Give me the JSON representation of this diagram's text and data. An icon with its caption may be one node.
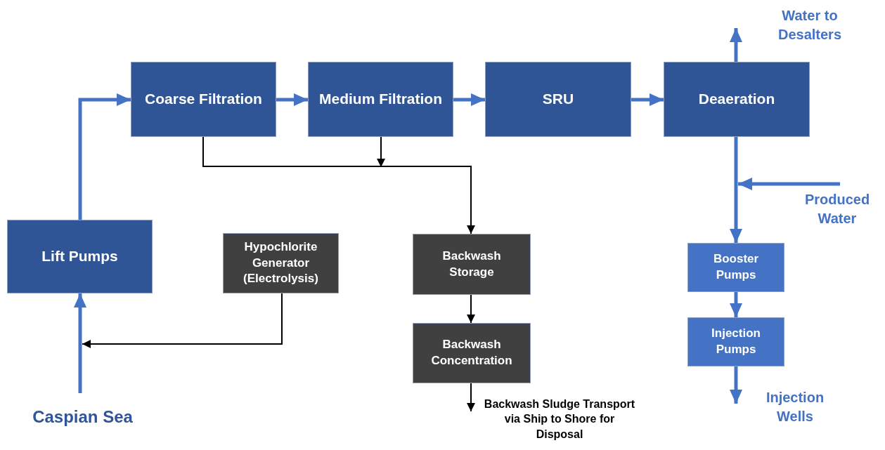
{
  "diagram": {
    "nodes": [
      {
        "text": [
          "Lift Pumps"
        ]
      },
      {
        "text": [
          "Coarse Filtration"
        ]
      },
      {
        "text": [
          "Medium Filtration"
        ]
      },
      {
        "text": [
          "SRU"
        ]
      },
      {
        "text": [
          "Deaeration"
        ]
      },
      {
        "text": [
          "Hypochlorite Generator (Electrolysis)"
        ]
      },
      {
        "text": [
          "Backwash Storage"
        ]
      },
      {
        "text": [
          "Backwash Concentration"
        ]
      },
      {
        "text": [
          "Booster Pumps"
        ]
      },
      {
        "text": [
          "Injection Pumps"
        ]
      },
      {
        "text": [
          "Caspian Sea"
        ]
      },
      {
        "text": [
          "Water to Desalters"
        ]
      },
      {
        "text": [
          "Produced Water"
        ]
      },
      {
        "text": [
          "Injection Wells"
        ]
      },
      {
        "text": [
          "Backwash Sludge Transport via Ship to Shore for Disposal"
        ]
      }
    ],
    "edges": [
      {
        "from": 10,
        "to": 0,
        "arrow": "to"
      },
      {
        "from": 0,
        "to": 1,
        "arrow": "to"
      },
      {
        "from": 1,
        "to": 2,
        "arrow": "to"
      },
      {
        "from": 2,
        "to": 3,
        "arrow": "to"
      },
      {
        "from": 3,
        "to": 4,
        "arrow": "to"
      },
      {
        "from": 4,
        "to": 11,
        "arrow": "to"
      },
      {
        "from": 4,
        "to": 8,
        "arrow": "to"
      },
      {
        "from": 12,
        "to": 8,
        "arrow": "to"
      },
      {
        "from": 1,
        "to": 6,
        "arrow": "to",
        "color": "#000000"
      },
      {
        "from": 2,
        "to": 6,
        "arrow": "to",
        "color": "#000000"
      },
      {
        "from": 5,
        "to": 0,
        "arrow": "to",
        "color": "#000000"
      },
      {
        "from": 6,
        "to": 7,
        "arrow": "to",
        "color": "#000000"
      },
      {
        "from": 7,
        "to": 14,
        "arrow": "to",
        "color": "#000000"
      },
      {
        "from": 8,
        "to": 9,
        "arrow": "to"
      },
      {
        "from": 9,
        "to": 13,
        "arrow": "to"
      }
    ]
  }
}
